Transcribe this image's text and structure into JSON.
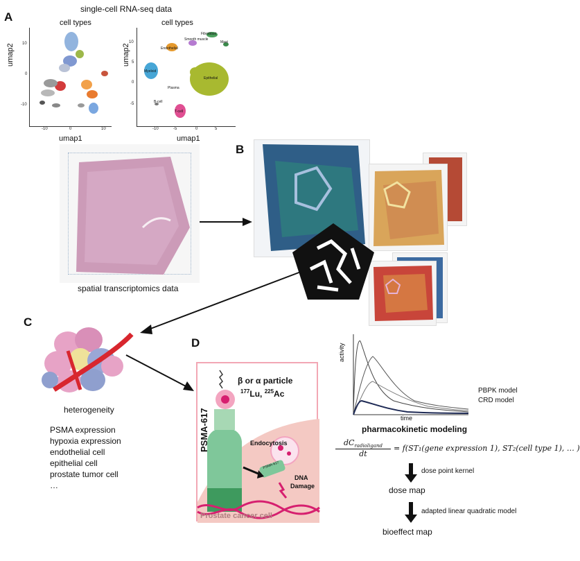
{
  "panels": {
    "a": "A",
    "b": "B",
    "c": "C",
    "d": "D"
  },
  "panel_a": {
    "title": "single-cell RNA-seq data",
    "umap_left": {
      "title": "cell types",
      "xlabel": "umap1",
      "ylabel": "umap2",
      "xticks": [
        "-10",
        "0",
        "10"
      ],
      "yticks": [
        "10",
        "0",
        "-10"
      ]
    },
    "umap_right": {
      "title": "cell types",
      "xlabel": "umap1",
      "ylabel": "umap2",
      "xticks": [
        "-10",
        "-5",
        "0",
        "5"
      ],
      "yticks": [
        "10",
        "5",
        "0",
        "-5"
      ],
      "cluster_labels": [
        "Fibroblast",
        "Smooth muscle",
        "Mast",
        "Endothelial",
        "Myeloid",
        "Epithelial",
        "Plasma",
        "B-cell",
        "T-cell"
      ]
    }
  },
  "spatial_caption": "spatial transcriptomics data",
  "panel_c": {
    "heterogeneity": "heterogeneity",
    "features": [
      "PSMA expression",
      "hypoxia expression",
      "endothelial cell",
      "epithelial cell",
      "prostate tumor cell",
      "…"
    ]
  },
  "panel_d": {
    "particle": "β or α particle",
    "isotope_lu_mass": "177",
    "isotope_lu": "Lu, ",
    "isotope_ac_mass": "225",
    "isotope_ac": "Ac",
    "psma": "PSMA-617",
    "psma_small": "PSMA-617",
    "endocytosis": "Endocytosis",
    "dna_damage_1": "DNA",
    "dna_damage_2": "Damage",
    "cell_label": "Prostate cancer cell"
  },
  "pk": {
    "ylabel": "activity",
    "xlabel": "time",
    "legend_1": "PBPK model",
    "legend_2": "CRD model",
    "caption": "pharmacokinetic modeling",
    "eq_lhs_num": "dC",
    "eq_lhs_sub": "radioligand",
    "eq_lhs_den": "dt",
    "eq_rhs": "= f(ST₁(gene expression 1), ST₂(cell type 1), … )"
  },
  "flow": {
    "step1": "dose point kernel",
    "node1": "dose map",
    "step2": "adapted linear quadratic model",
    "node2": "bioeffect map"
  },
  "colors": {
    "psma_green": "#7fc79a",
    "cell_pink": "#f4c9c3",
    "frame_pink": "#f2a7b4",
    "magenta": "#d61f6f"
  }
}
